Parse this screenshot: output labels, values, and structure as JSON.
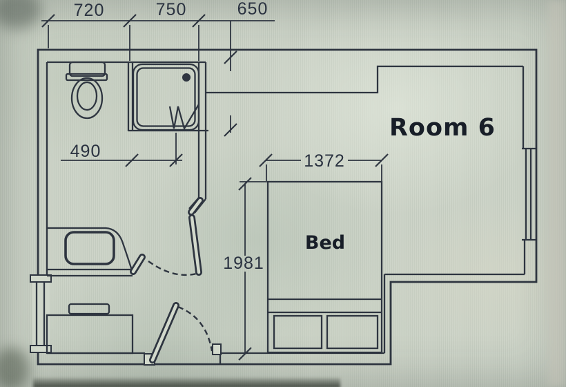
{
  "floorplan": {
    "room_label": "Room 6",
    "bed_label": "Bed",
    "dimensions": {
      "top_left": "720",
      "top_middle": "750",
      "top_right": "650",
      "bathroom_width": "490",
      "bed_width": "1372",
      "bed_length": "1981"
    },
    "colors": {
      "background": "#cbd2c6",
      "ink": "#2e3540",
      "label_ink": "#181e28"
    }
  }
}
